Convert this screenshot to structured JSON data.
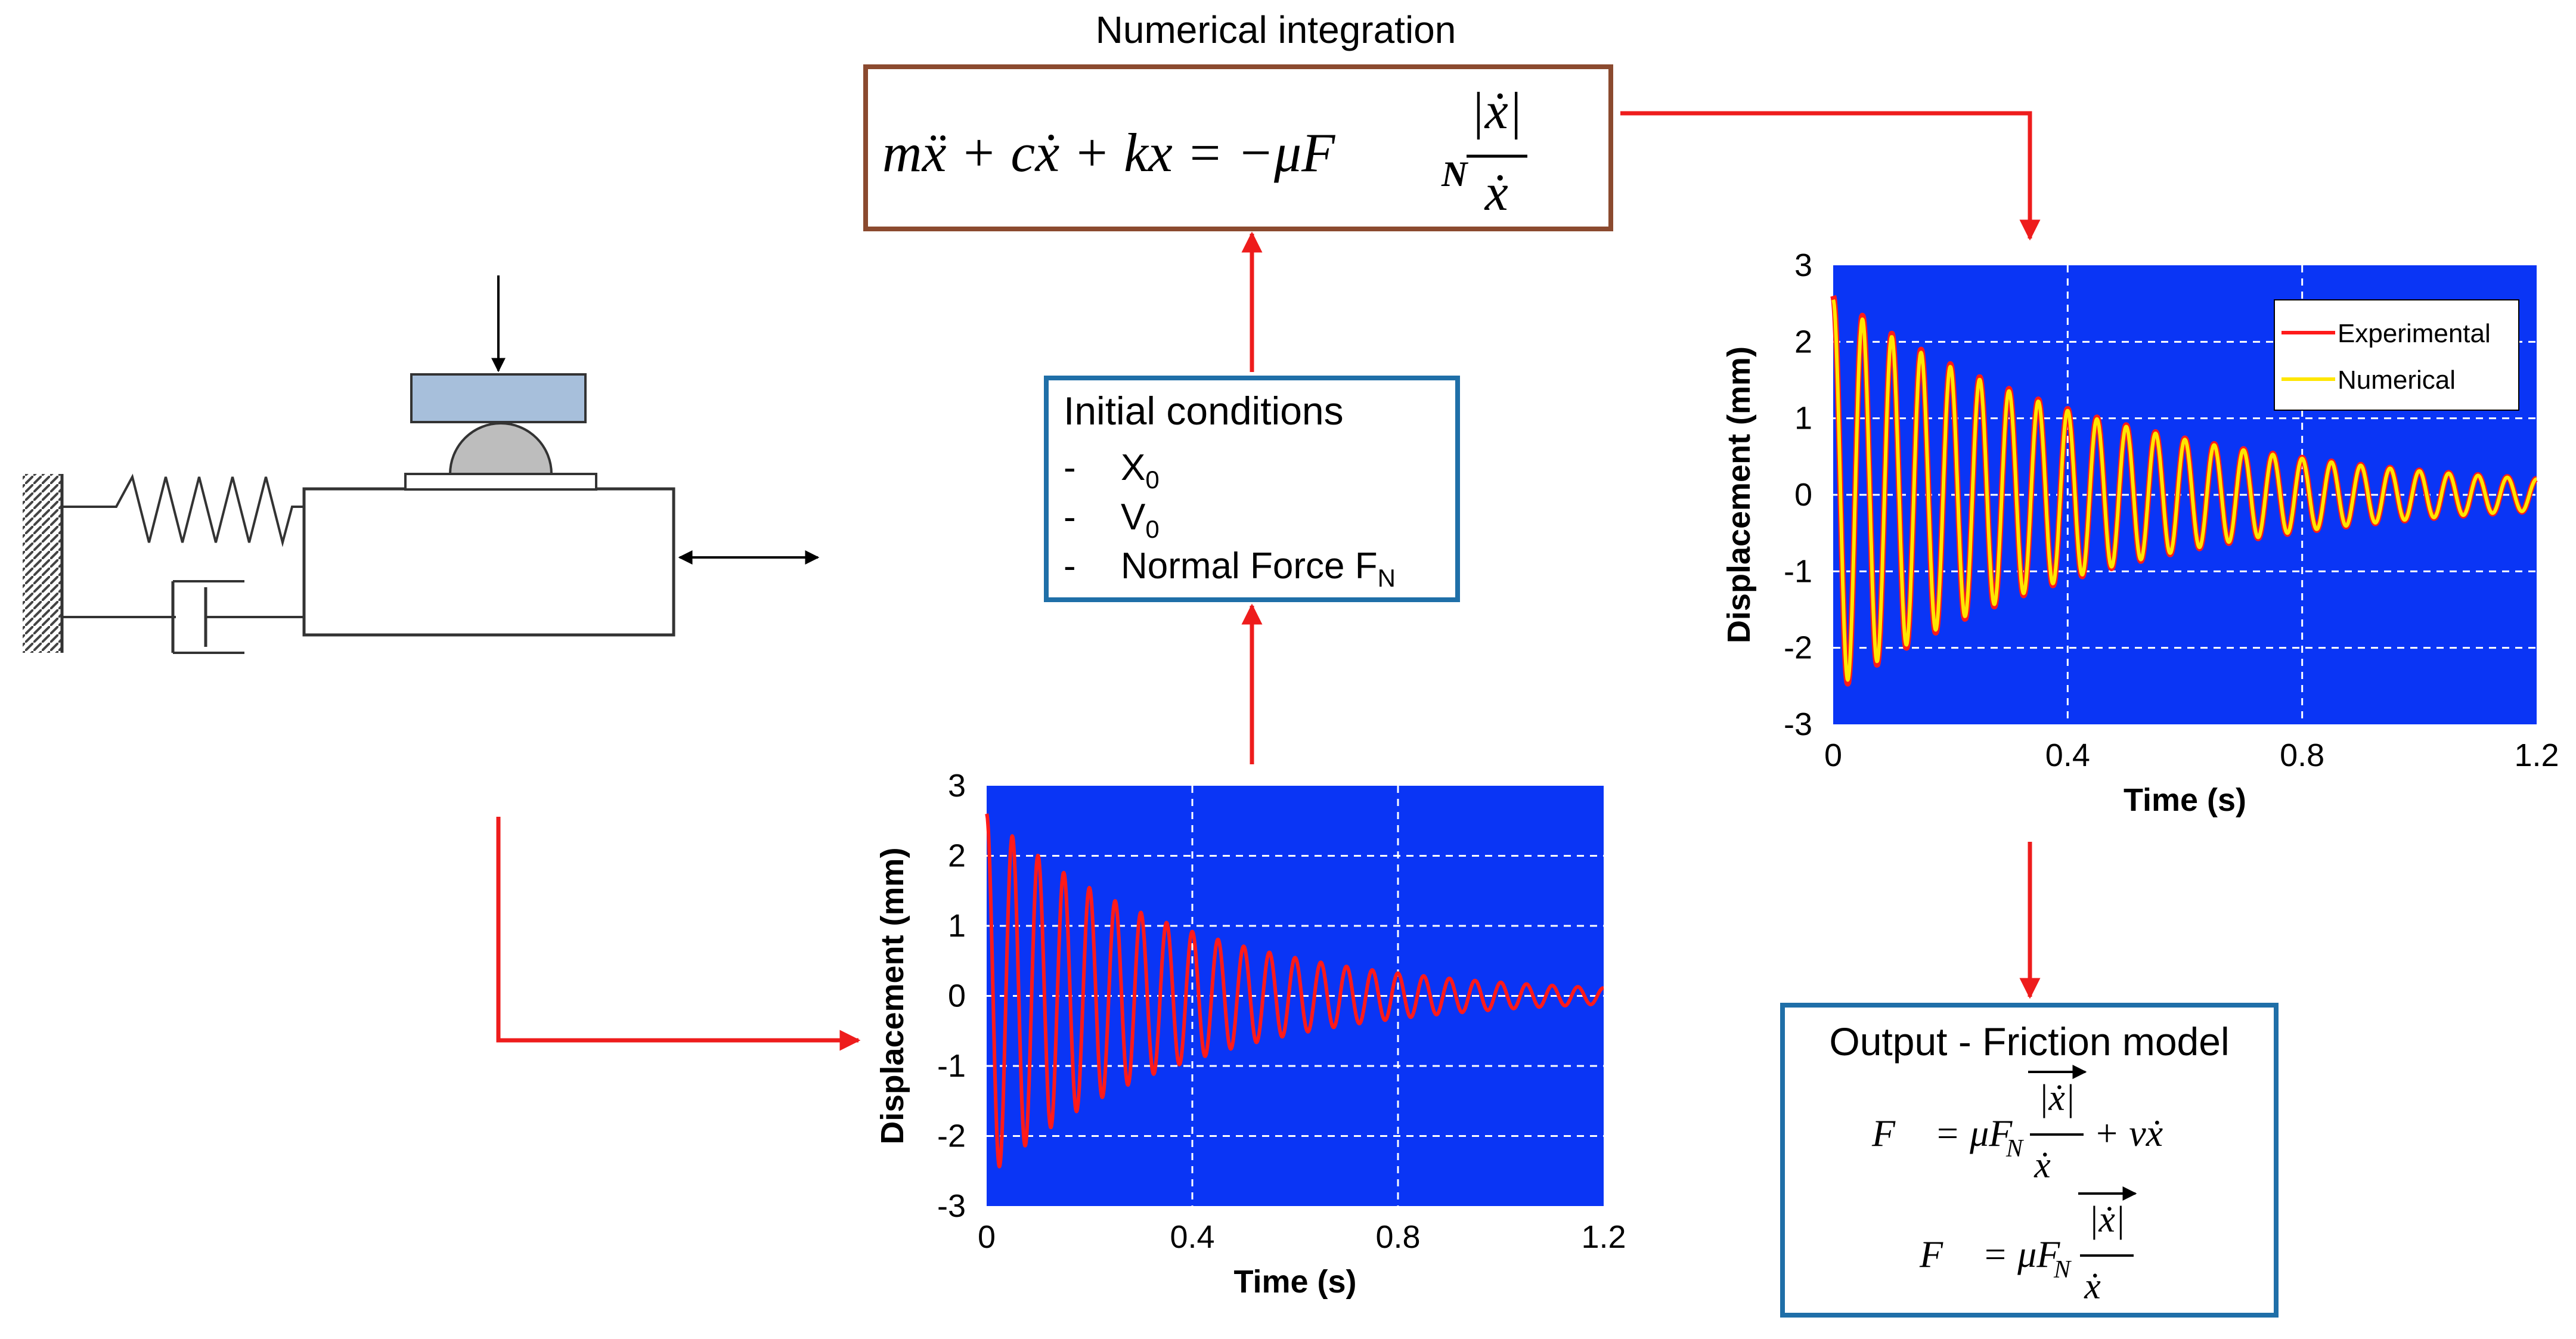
{
  "top": {
    "title": "Numerical integration",
    "equation": {
      "lhs": "mẍ + cẋ + kx = −μF",
      "sub": "N",
      "num": "|ẋ|",
      "den": "ẋ"
    }
  },
  "initial": {
    "heading": "Initial conditions",
    "items": [
      {
        "dash": "-",
        "base": "X",
        "sub": "0"
      },
      {
        "dash": "-",
        "base": "V",
        "sub": "0"
      },
      {
        "dash": "-",
        "base": "Normal Force F",
        "sub": "N"
      }
    ]
  },
  "output": {
    "heading": "Output - Friction model",
    "eq1": {
      "lhs": "F⃗ = μF",
      "sub": "N",
      "num": "|ẋ|",
      "den": "ẋ⃗",
      "tail": "+ νẋ⃗"
    },
    "eq2": {
      "lhs": "F⃗ = μF",
      "sub": "N",
      "num": "|ẋ|",
      "den": "ẋ⃗"
    }
  },
  "colors": {
    "plot_bg": "#0a35f5",
    "experimental": "#ff1a1a",
    "numerical": "#ffe600",
    "arrow": "#ee1c1c",
    "box_blue": "#1f6fa8",
    "box_brown": "#8b4a2f",
    "mass_top": "#a7bfdb"
  },
  "chart_data": [
    {
      "type": "line",
      "title": "",
      "xlabel": "Time (s)",
      "ylabel": "Displacement (mm)",
      "xlim": [
        0,
        1.2
      ],
      "ylim": [
        -3,
        3
      ],
      "xticks": [
        "0",
        "0.4",
        "0.8",
        "1.2"
      ],
      "yticks": [
        "3",
        "2",
        "1",
        "0",
        "-1",
        "-2",
        "-3"
      ],
      "grid": true,
      "legend": "none",
      "series": [
        {
          "name": "",
          "color": "#ff1a1a",
          "model": {
            "amplitude": 2.6,
            "frequency_hz": 20.0,
            "decay": 2.6,
            "end_amplitude": 0.05
          }
        }
      ]
    },
    {
      "type": "line",
      "title": "",
      "xlabel": "Time (s)",
      "ylabel": "Displacement (mm)",
      "xlim": [
        0,
        1.2
      ],
      "ylim": [
        -3,
        3
      ],
      "xticks": [
        "0",
        "0.4",
        "0.8",
        "1.2"
      ],
      "yticks": [
        "3",
        "2",
        "1",
        "0",
        "-1",
        "-2",
        "-3"
      ],
      "grid": true,
      "legend": "top-right",
      "series": [
        {
          "name": "Experimental",
          "color": "#ff1a1a",
          "model": {
            "amplitude": 2.6,
            "frequency_hz": 20.0,
            "decay": 2.1,
            "end_amplitude": 0.1
          }
        },
        {
          "name": "Numerical",
          "color": "#ffe600",
          "model": {
            "amplitude": 2.55,
            "frequency_hz": 20.0,
            "decay": 2.1,
            "end_amplitude": 0.1
          }
        }
      ]
    }
  ]
}
